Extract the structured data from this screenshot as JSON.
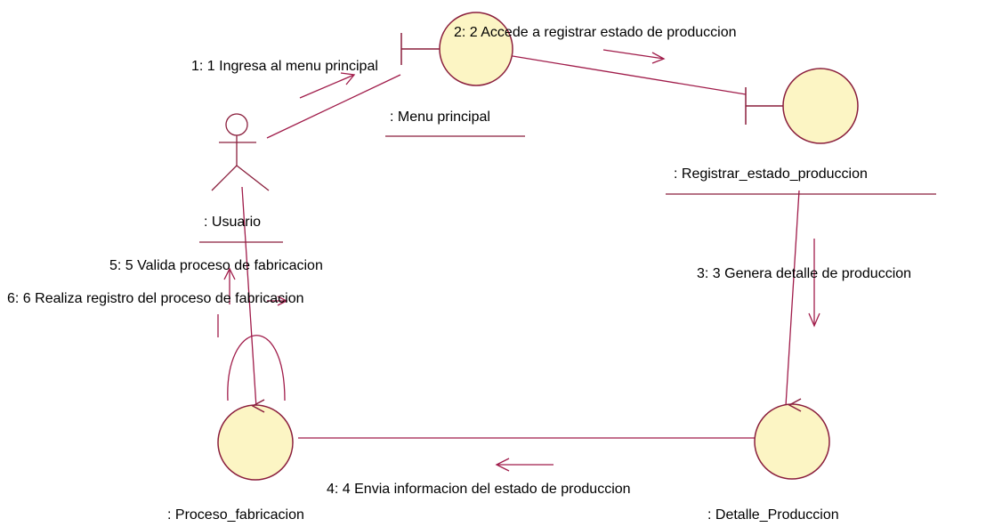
{
  "colors": {
    "line": "#a01c4a",
    "object_fill": "#fcf5c4",
    "object_stroke": "#8a1e3c",
    "text": "#000000"
  },
  "actor": {
    "name": ": Usuario"
  },
  "objects": {
    "menu": {
      "name": ": Menu principal",
      "kind": "boundary"
    },
    "registrar": {
      "name": ": Registrar_estado_produccion",
      "kind": "boundary"
    },
    "detalle": {
      "name": ": Detalle_Produccion",
      "kind": "control"
    },
    "proceso": {
      "name": ": Proceso_fabricacion",
      "kind": "control"
    }
  },
  "messages": [
    {
      "text": "1: 1 Ingresa al menu principal"
    },
    {
      "text": "2: 2 Accede a registrar estado de produccion"
    },
    {
      "text": "3: 3 Genera detalle de produccion"
    },
    {
      "text": "4: 4 Envia informacion del estado de produccion"
    },
    {
      "text": "5: 5 Valida proceso de fabricacion"
    },
    {
      "text": "6: 6 Realiza registro del proceso de fabricacion"
    }
  ]
}
